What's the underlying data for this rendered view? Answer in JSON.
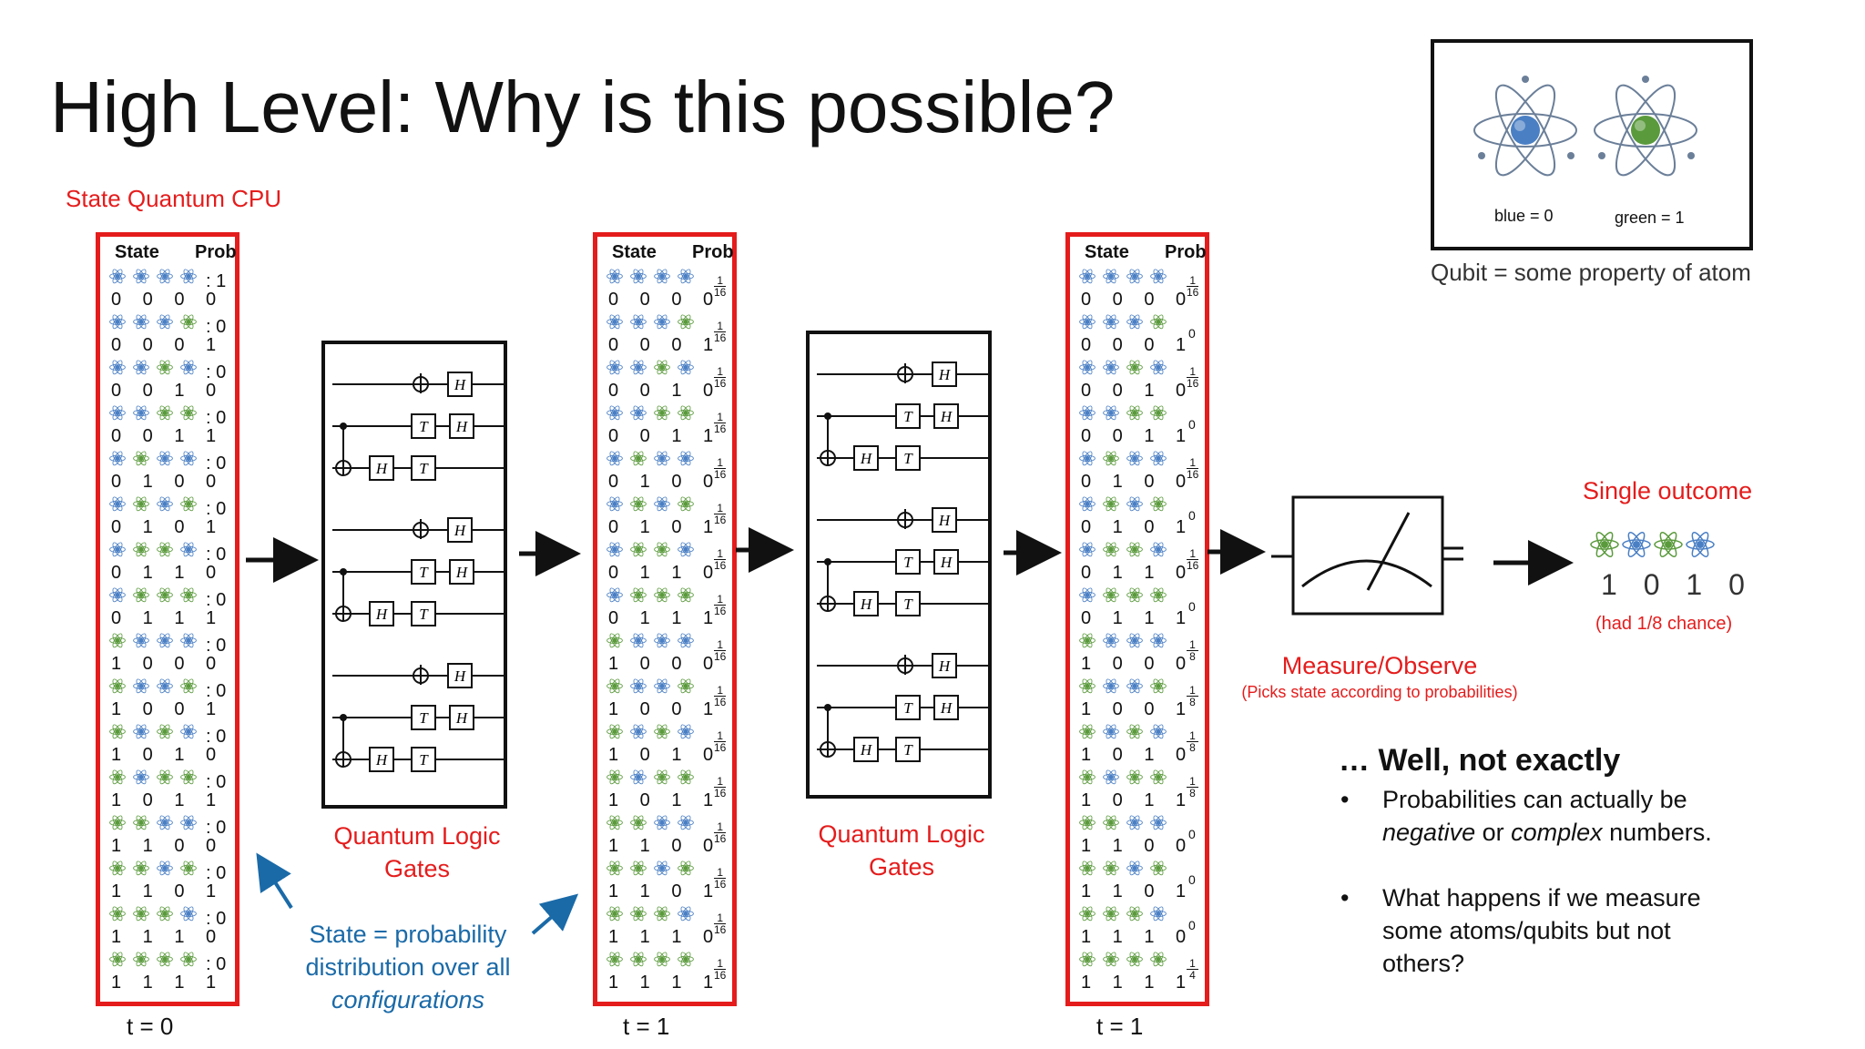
{
  "slide": {
    "title": "High Level: Why is this possible?",
    "state_label": "State Quantum CPU",
    "columns": {
      "state_header": "State",
      "prob_header": "Prob"
    },
    "t_labels": [
      "t = 0",
      "t = 1",
      "t = 1"
    ],
    "states": [
      "0 0 0 0",
      "0 0 0 1",
      "0 0 1 0",
      "0 0 1 1",
      "0 1 0 0",
      "0 1 0 1",
      "0 1 1 0",
      "0 1 1 1",
      "1 0 0 0",
      "1 0 0 1",
      "1 0 1 0",
      "1 0 1 1",
      "1 1 0 0",
      "1 1 0 1",
      "1 1 1 0",
      "1 1 1 1"
    ],
    "probs_t0": [
      ": 1",
      ": 0",
      ": 0",
      ": 0",
      ": 0",
      ": 0",
      ": 0",
      ": 0",
      ": 0",
      ": 0",
      ": 0",
      ": 0",
      ": 0",
      ": 0",
      ": 0",
      ": 0"
    ],
    "probs_t1a": [
      "1/16",
      "1/16",
      "1/16",
      "1/16",
      "1/16",
      "1/16",
      "1/16",
      "1/16",
      "1/16",
      "1/16",
      "1/16",
      "1/16",
      "1/16",
      "1/16",
      "1/16",
      "1/16"
    ],
    "probs_t1b": [
      "1/16",
      "0",
      "1/16",
      "0",
      "1/16",
      "0",
      "1/16",
      "0",
      "1/8",
      "1/8",
      "1/8",
      "1/8",
      "0",
      "0",
      "0",
      "1/4"
    ],
    "gates_label_1": "Quantum Logic Gates",
    "gates_label_2": "Quantum Logic Gates",
    "gate_symbols": {
      "h": "H",
      "t": "T"
    },
    "state_note": [
      "State = probability",
      "distribution over all",
      "configurations"
    ],
    "measure_title": "Measure/Observe",
    "measure_sub": "(Picks state according to probabilities)",
    "outcome_title": "Single outcome",
    "outcome_bits": "1 0 1 0",
    "outcome_chance": "(had 1/8 chance)",
    "qubit_box": {
      "blue_label": "blue = 0",
      "green_label": "green = 1",
      "caption": "Qubit = some property of atom"
    },
    "caveat": {
      "heading": "… Well, not exactly",
      "bullet1_a": "Probabilities can actually be",
      "bullet1_em1": "negative",
      "bullet1_mid": " or ",
      "bullet1_em2": "complex",
      "bullet1_end": " numbers.",
      "bullet2_lines": [
        "What happens if we measure",
        "some atoms/qubits but not",
        "others?"
      ]
    },
    "colors": {
      "accent_red": "#e51c1c",
      "note_blue": "#1a6aa8",
      "atom_blue": "#4a7fc4",
      "atom_green": "#5a9a3c"
    }
  }
}
